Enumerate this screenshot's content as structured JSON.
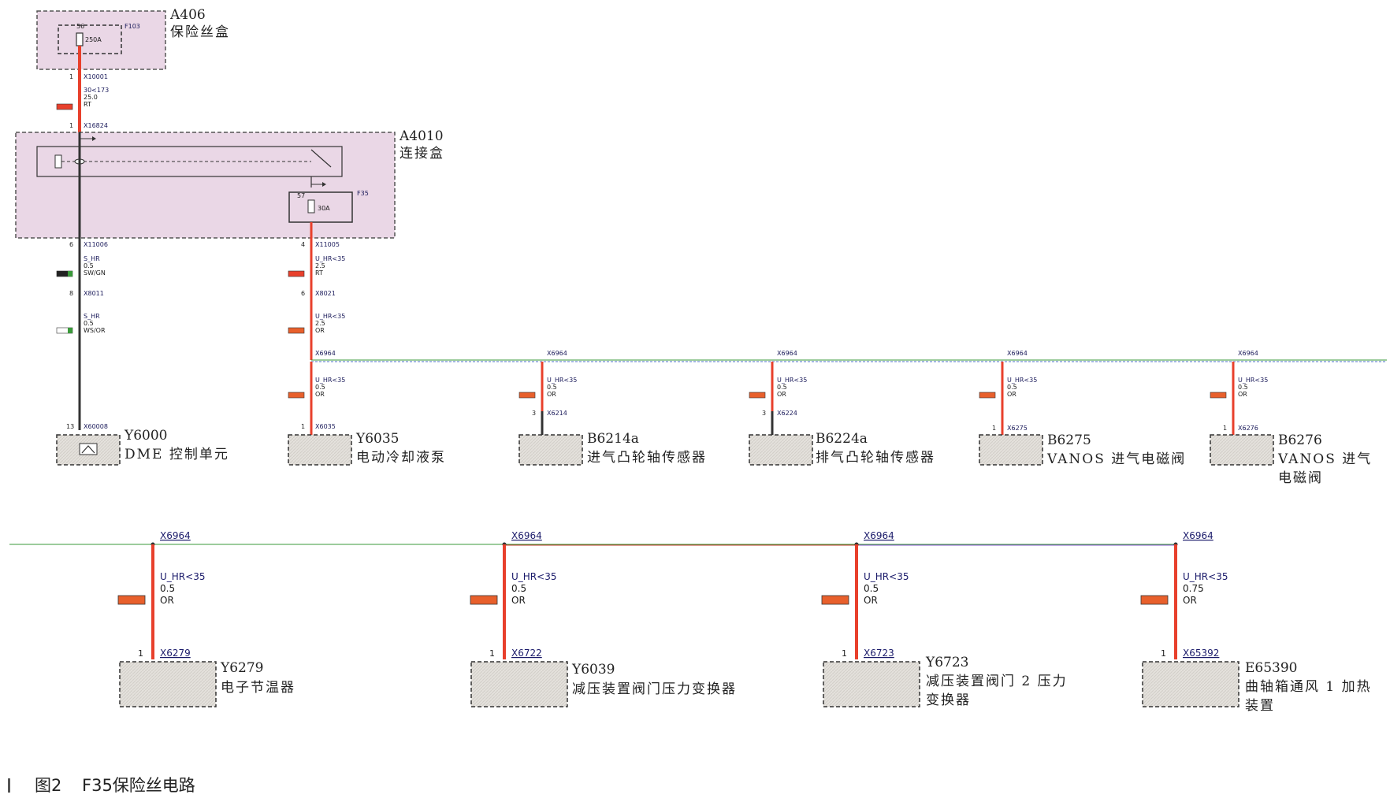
{
  "fuse_box": {
    "code": "A406",
    "name": "保险丝盒",
    "pin": "56",
    "fuse": "F103",
    "rating": "250A"
  },
  "main_feed": {
    "pin_top": "1",
    "conn_top": "X10001",
    "wire": "30<173",
    "size": "25.0",
    "color": "RT",
    "pin_bot": "1",
    "conn_bot": "X16824"
  },
  "junction_box": {
    "code": "A4010",
    "name": "连接盒",
    "fuse": "F35",
    "fuse_pin": "57",
    "rating": "30A"
  },
  "dme_branch": {
    "pin_out": "6",
    "conn_out": "X11006",
    "seg1": {
      "wire": "S_HR",
      "size": "0.5",
      "color": "SW/GN"
    },
    "pin_mid": "8",
    "conn_mid": "X8011",
    "seg2": {
      "wire": "S_HR",
      "size": "0.5",
      "color": "WS/OR"
    },
    "pin_in": "13",
    "conn_in": "X60008"
  },
  "f35_branch": {
    "pin_out": "4",
    "conn_out": "X11005",
    "seg1": {
      "wire": "U_HR<35",
      "size": "2.5",
      "color": "RT"
    },
    "pin_mid": "6",
    "conn_mid": "X8021",
    "seg2": {
      "wire": "U_HR<35",
      "size": "2.5",
      "color": "OR"
    }
  },
  "components_row1": [
    {
      "code": "Y6000",
      "name": "DME 控制单元"
    },
    {
      "code": "Y6035",
      "name": "电动冷却液泵",
      "splice": "X6964",
      "wire": "U_HR<35",
      "size": "0.5",
      "color": "OR",
      "pin": "1",
      "conn": "X6035"
    },
    {
      "code": "B6214a",
      "name": "进气凸轮轴传感器",
      "splice": "X6964",
      "wire": "U_HR<35",
      "size": "0.5",
      "color": "OR",
      "pin": "3",
      "conn": "X6214"
    },
    {
      "code": "B6224a",
      "name": "排气凸轮轴传感器",
      "splice": "X6964",
      "wire": "U_HR<35",
      "size": "0.5",
      "color": "OR",
      "pin": "3",
      "conn": "X6224"
    },
    {
      "code": "B6275",
      "name": "VANOS 进气电磁阀",
      "splice": "X6964",
      "wire": "U_HR<35",
      "size": "0.5",
      "color": "OR",
      "pin": "1",
      "conn": "X6275"
    },
    {
      "code": "B6276",
      "name_line1": "VANOS 进气",
      "name_line2": "电磁阀",
      "splice": "X6964",
      "wire": "U_HR<35",
      "size": "0.5",
      "color": "OR",
      "pin": "1",
      "conn": "X6276"
    }
  ],
  "components_row2": [
    {
      "code": "Y6279",
      "name": "电子节温器",
      "splice": "X6964",
      "wire": "U_HR<35",
      "size": "0.5",
      "color": "OR",
      "pin": "1",
      "conn": "X6279"
    },
    {
      "code": "Y6039",
      "name": "减压装置阀门压力变换器",
      "splice": "X6964",
      "wire": "U_HR<35",
      "size": "0.5",
      "color": "OR",
      "pin": "1",
      "conn": "X6722"
    },
    {
      "code": "Y6723",
      "name_line1": "减压装置阀门 2 压力",
      "name_line2": "变换器",
      "splice": "X6964",
      "wire": "U_HR<35",
      "size": "0.5",
      "color": "OR",
      "pin": "1",
      "conn": "X6723"
    },
    {
      "code": "E65390",
      "name_line1": "曲轴箱通风 1 加热",
      "name_line2": "装置",
      "splice": "X6964",
      "wire": "U_HR<35",
      "size": "0.75",
      "color": "OR",
      "pin": "1",
      "conn": "X65392"
    }
  ],
  "caption": {
    "figure": "图2",
    "title": "F35保险丝电路"
  },
  "colors": {
    "red_wire": "#e8402c",
    "black_wire": "#333333",
    "bus_green": "#3a9a3a",
    "bus_blue": "#4a6fc4",
    "box_fill": "#ead7e6",
    "comp_fill": "#e6e3de",
    "swatch_orange": "#e8602c"
  }
}
